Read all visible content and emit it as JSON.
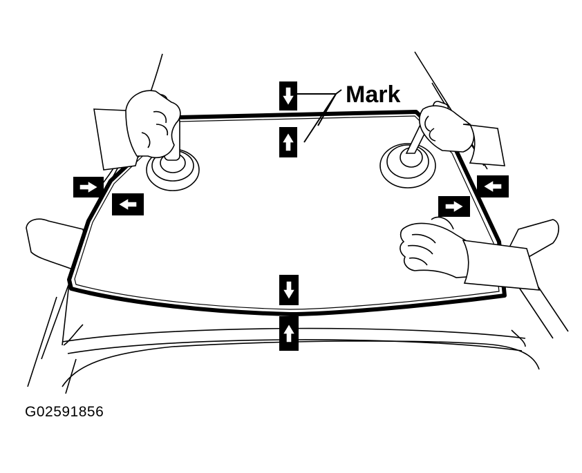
{
  "diagram": {
    "callout_label": "Mark",
    "figure_code": "G02591856",
    "markers": [
      {
        "id": "top-center-upper",
        "arrow": "down"
      },
      {
        "id": "top-center-lower",
        "arrow": "up"
      },
      {
        "id": "bottom-center-upper",
        "arrow": "down"
      },
      {
        "id": "bottom-center-lower",
        "arrow": "up"
      },
      {
        "id": "left-outer",
        "arrow": "right"
      },
      {
        "id": "left-inner",
        "arrow": "left"
      },
      {
        "id": "right-inner",
        "arrow": "right"
      },
      {
        "id": "right-outer",
        "arrow": "left"
      }
    ],
    "colors": {
      "ink": "#000000",
      "paper": "#ffffff"
    }
  }
}
